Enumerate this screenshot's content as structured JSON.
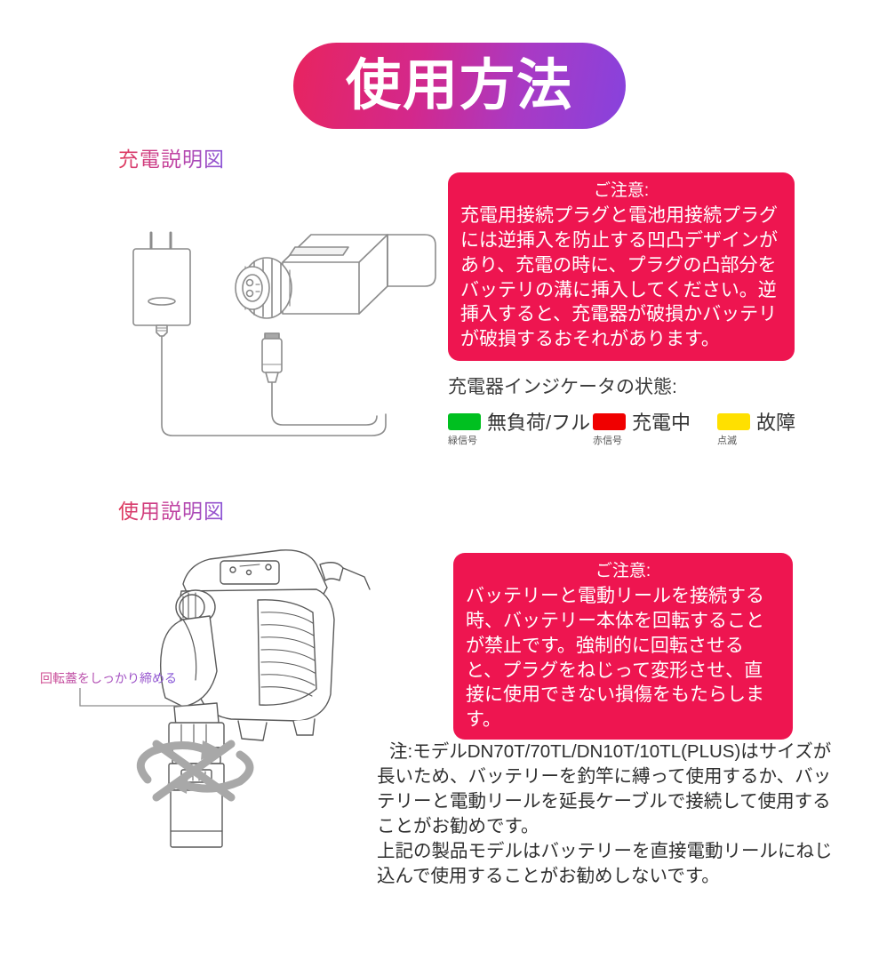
{
  "title_banner": {
    "text": "使用方法",
    "gradient_from": "#e8245f",
    "gradient_to": "#8742dd"
  },
  "sections": {
    "charging_label": "充電説明図",
    "usage_label": "使用説明図"
  },
  "notices": {
    "charging": {
      "heading": "ご注意:",
      "body": "充電用接続プラグと電池用接続プラグには逆挿入を防止する凹凸デザインがあり、充電の時に、プラグの凸部分をバッテリの溝に挿入してください。逆挿入すると、充電器が破損かバッテリが破損するおそれがあります。",
      "background": "#ee1550"
    },
    "usage": {
      "heading": "ご注意:",
      "body": "バッテリーと電動リールを接続する時、バッテリー本体を回転することが禁止です。強制的に回転させると、プラグをねじって変形させ、直接に使用できない損傷をもたらします。",
      "background": "#ee1550"
    }
  },
  "indicator": {
    "title": "充電器インジケータの状態:",
    "items": [
      {
        "color": "#00c020",
        "label": "無負荷/フル",
        "sublabel": "緑信号"
      },
      {
        "color": "#f00000",
        "label": "充電中",
        "sublabel": "赤信号"
      },
      {
        "color": "#ffe000",
        "label": "故障",
        "sublabel": "点滅"
      }
    ]
  },
  "annotations": {
    "reel_cap": "回転蓋をしっかり締める",
    "no_rotate_symbol": "do-not-rotate"
  },
  "bottom_note": {
    "line1": "注:モデルDN70T/70TL/DN10T/10TL(PLUS)はサイズが長いため、バッテリーを釣竿に縛って使用するか、バッテリーと電動リールを延長ケーブルで接続して使用することがお勧めです。",
    "line2": "上記の製品モデルはバッテリーを直接電動リールにねじ込んで使用することがお勧めしないです。"
  }
}
